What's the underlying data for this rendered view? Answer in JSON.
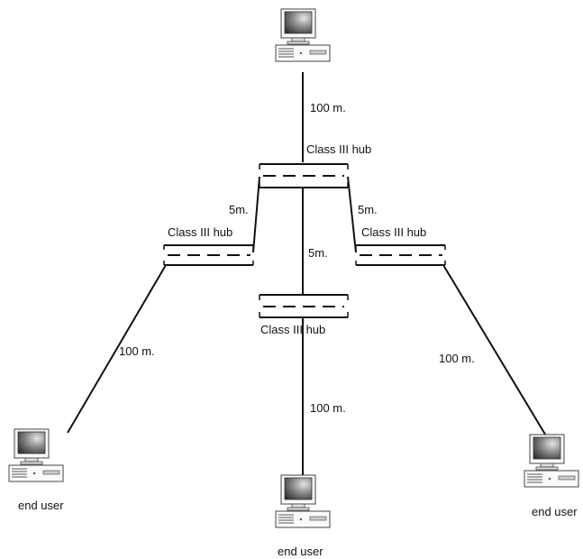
{
  "labels": {
    "top_link": "100 m.",
    "top_hub": "Class III hub",
    "left_short_link": "5m.",
    "right_short_link": "5m.",
    "left_hub": "Class III hub",
    "right_hub": "Class III hub",
    "center_short_link": "5m.",
    "center_hub": "Class  III hub",
    "left_long_link": "100 m.",
    "center_long_link": "100 m.",
    "right_long_link": "100 m.",
    "left_user": "end user",
    "center_user": "end user",
    "right_user": "end user"
  },
  "icons": {
    "computer": "desktop-computer-icon",
    "hub": "hub-icon"
  },
  "colors": {
    "line": "#111111"
  }
}
